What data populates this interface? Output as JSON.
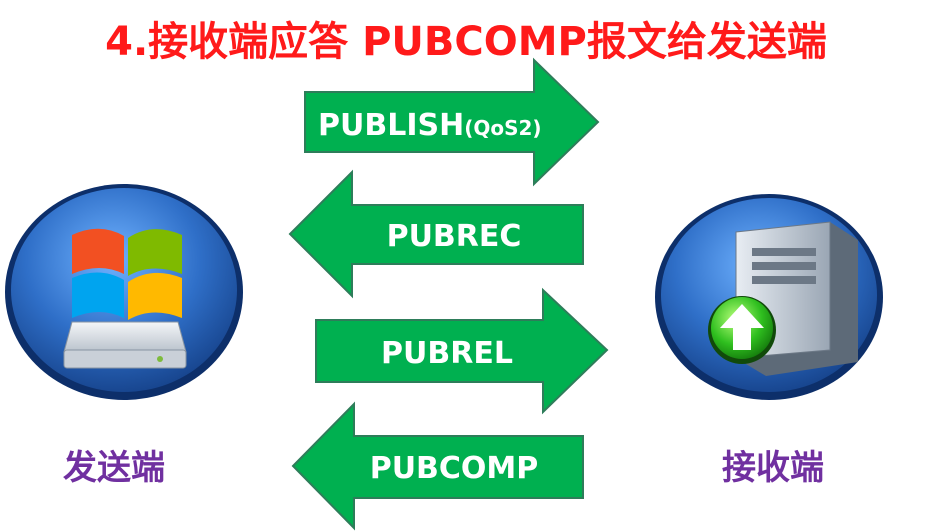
{
  "title": "4.接收端应答 PUBCOMP报文给发送端",
  "arrows": [
    {
      "label": "PUBLISH",
      "suffix": "(QoS2)",
      "direction": "right"
    },
    {
      "label": "PUBREC",
      "suffix": "",
      "direction": "left"
    },
    {
      "label": "PUBREL",
      "suffix": "",
      "direction": "right"
    },
    {
      "label": "PUBCOMP",
      "suffix": "",
      "direction": "left"
    }
  ],
  "sender": {
    "caption": "发送端",
    "icon": "windows-drive-icon"
  },
  "receiver": {
    "caption": "接收端",
    "icon": "server-upload-icon"
  },
  "colors": {
    "title": "#ff1a1a",
    "arrow_fill": "#00b050",
    "arrow_stroke": "#2e7d5a",
    "caption": "#7030a0",
    "circle": "#2f6fc8"
  }
}
